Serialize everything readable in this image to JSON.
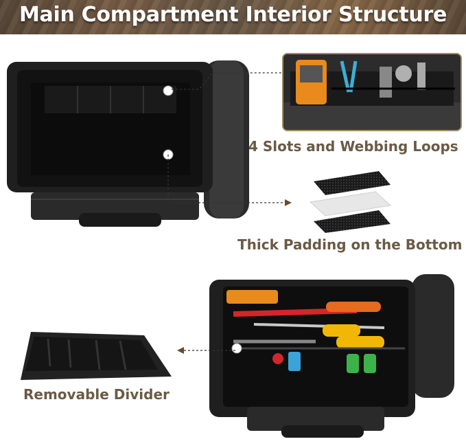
{
  "title": "Main Compartment Interior Structure",
  "captions": {
    "slots": "4 Slots and Webbing Loops",
    "padding": "Thick Padding on the Bottom",
    "divider": "Removable Divider"
  },
  "colors": {
    "caption": "#6b5a45",
    "accent_border": "#a38a63",
    "bag": "#1e1e1e",
    "marker": "#ffffff"
  }
}
